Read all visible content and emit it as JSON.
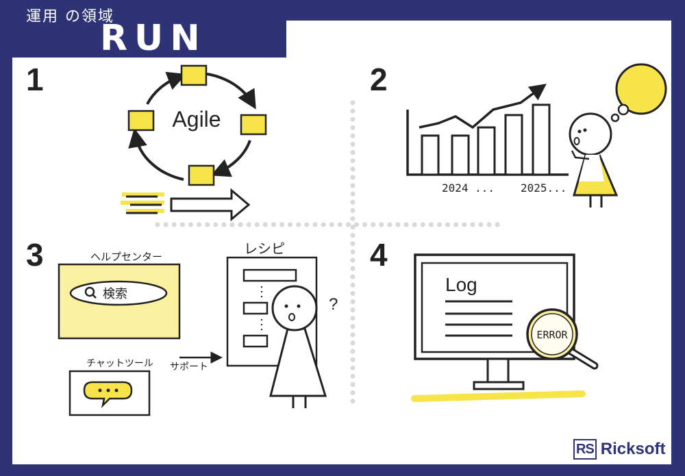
{
  "header": {
    "subtitle": "運用 の領域",
    "title": "RUN"
  },
  "quadrants": [
    {
      "number": "1",
      "cycle_label": "Agile"
    },
    {
      "number": "2",
      "axis_labels": [
        "2024 ...",
        "2025..."
      ]
    },
    {
      "number": "3",
      "help_center_label": "ヘルプセンター",
      "search_label": "検索",
      "chat_tool_label": "チャットツール",
      "support_label": "サポート",
      "recipe_label": "レシピ",
      "question_mark": "?"
    },
    {
      "number": "4",
      "log_label": "Log",
      "error_label": "ERROR"
    }
  ],
  "brand": {
    "mark": "RS",
    "name": "Ricksoft"
  },
  "colors": {
    "navy": "#2e3375",
    "yellow": "#f7e34a",
    "pale_yellow": "#fbf0a0",
    "ink": "#222222",
    "dots": "#d9d9d9"
  }
}
